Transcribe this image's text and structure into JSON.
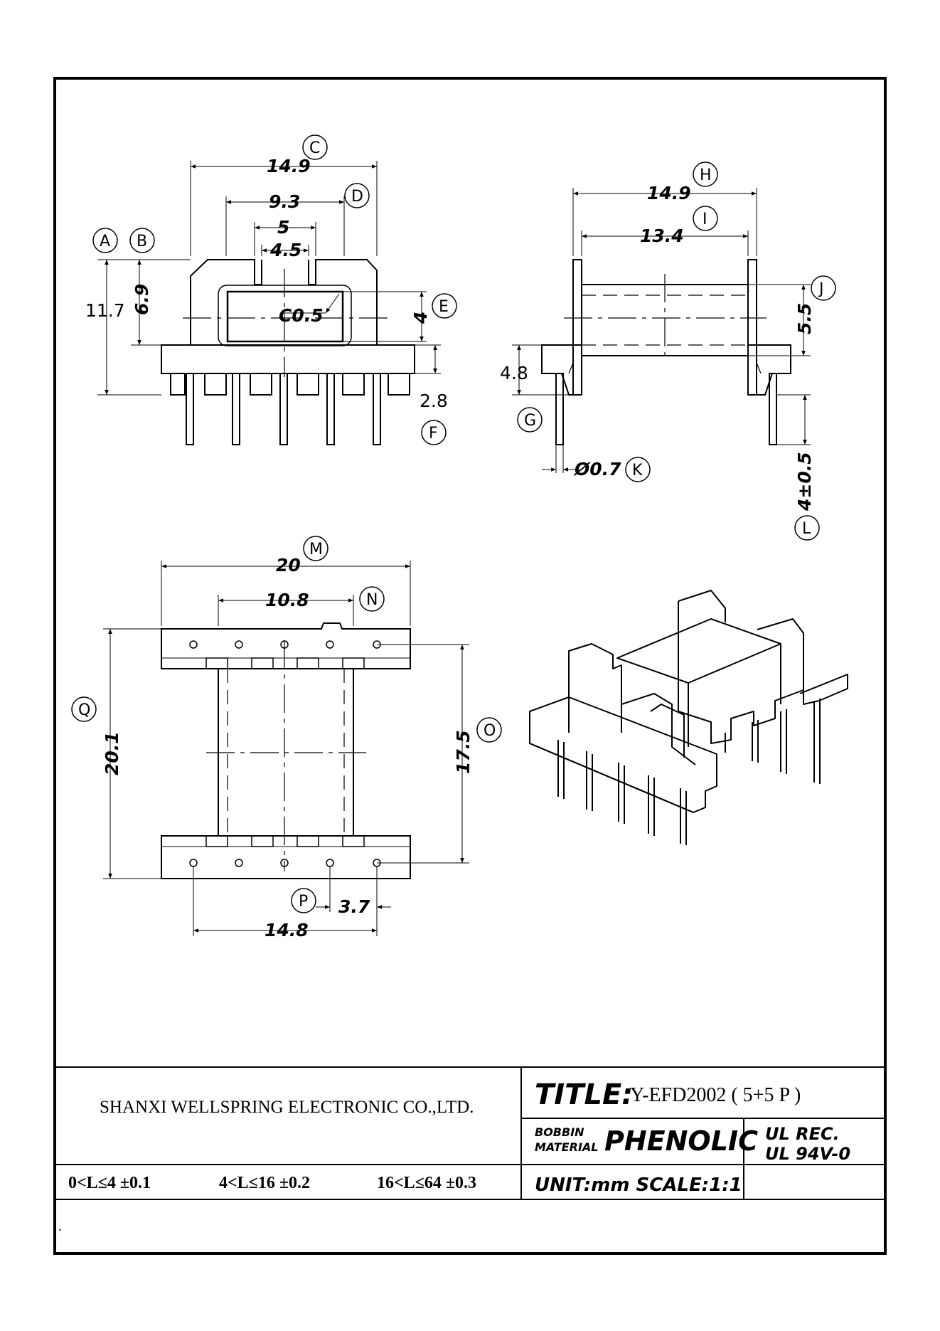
{
  "views": {
    "front": {
      "dims": {
        "C": "14.9",
        "D": "9.3",
        "five": "5",
        "four_five": "4.5",
        "h117": "11.7",
        "h69": "6.9",
        "chamfer": "C0.5",
        "E": "4",
        "F": "2.8"
      },
      "balloons": {
        "A": "A",
        "B": "B",
        "C": "C",
        "D": "D",
        "E": "E",
        "F": "F"
      }
    },
    "side": {
      "dims": {
        "H": "14.9",
        "I": "13.4",
        "J": "5.5",
        "h48": "4.8",
        "K": "Ø0.7",
        "L": "4±0.5"
      },
      "balloons": {
        "G": "G",
        "H": "H",
        "I": "I",
        "J": "J",
        "K": "K",
        "L": "L"
      }
    },
    "bottom": {
      "dims": {
        "M": "20",
        "N": "10.8",
        "Q": "20.1",
        "O": "17.5",
        "P": "3.7",
        "w148": "14.8"
      },
      "balloons": {
        "M": "M",
        "N": "N",
        "Q": "Q",
        "O": "O",
        "P": "P"
      }
    }
  },
  "title_block": {
    "company": "SHANXI WELLSPRING ELECTRONIC CO.,LTD.",
    "title_label": "TITLE:",
    "title_value": "Y-EFD2002  ( 5+5 P )",
    "bobbin_label_1": "BOBBIN",
    "bobbin_label_2": "MATERIAL",
    "material": "PHENOLIC",
    "ul_1": "UL REC.",
    "ul_2": "UL 94V-0",
    "tolerances": [
      "0<L≤4  ±0.1",
      "4<L≤16  ±0.2",
      "16<L≤64  ±0.3"
    ],
    "unit_scale": "UNIT:mm SCALE:1:1",
    "note": "."
  }
}
